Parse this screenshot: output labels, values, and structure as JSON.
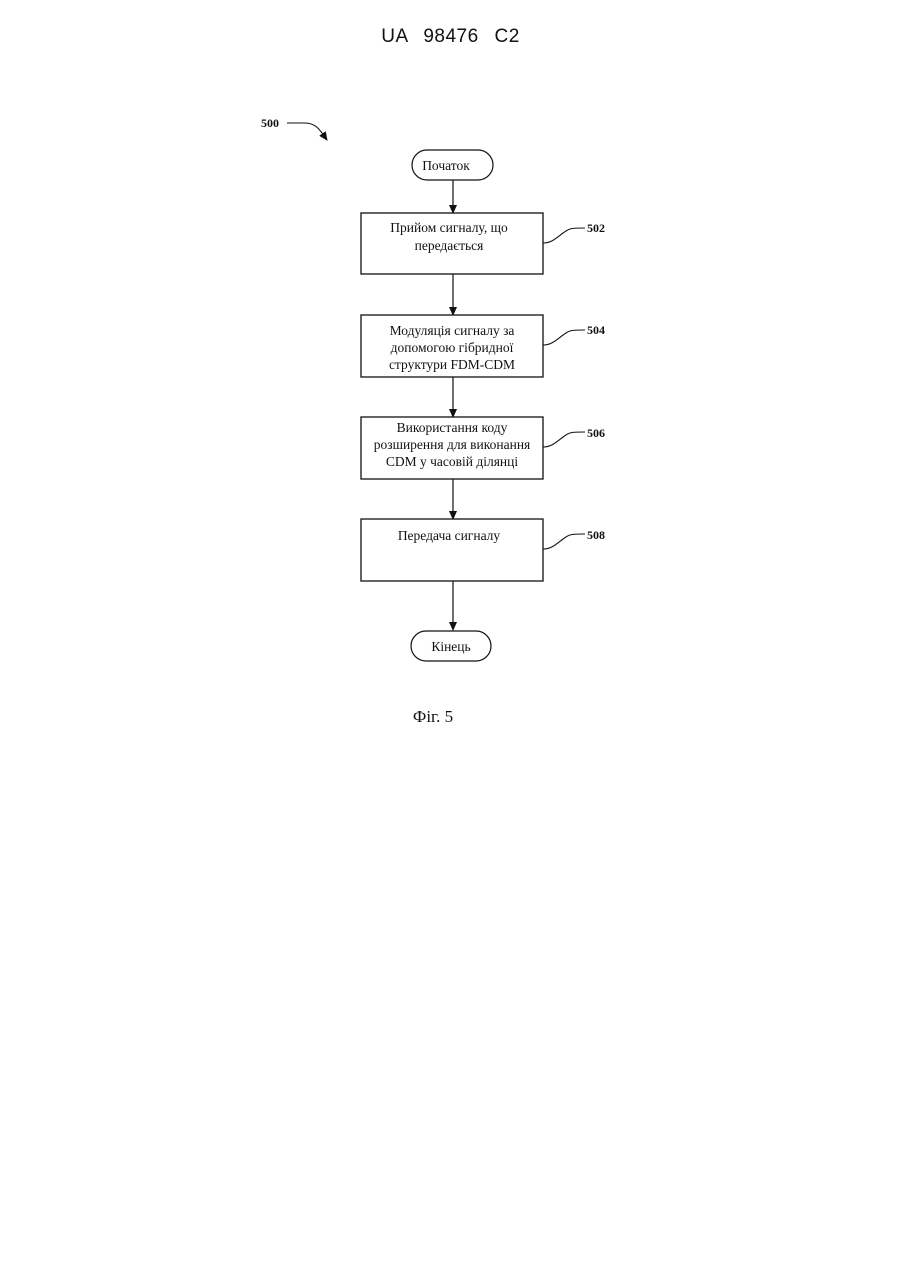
{
  "header": {
    "patent_number": "UA 98476 C2"
  },
  "figure": {
    "ref": "500",
    "caption": "Фіг. 5"
  },
  "flowchart": {
    "start": "Початок",
    "end": "Кінець",
    "steps": [
      {
        "ref": "502",
        "lines": [
          "Прийом сигналу, що",
          "передається"
        ]
      },
      {
        "ref": "504",
        "lines": [
          "Модуляція сигналу за",
          "допомогою гібридної",
          "структури FDM-CDM"
        ]
      },
      {
        "ref": "506",
        "lines": [
          "Використання коду",
          "розширення для виконання",
          "CDM у часовій ділянці"
        ]
      },
      {
        "ref": "508",
        "lines": [
          "Передача сигналу"
        ]
      }
    ]
  }
}
